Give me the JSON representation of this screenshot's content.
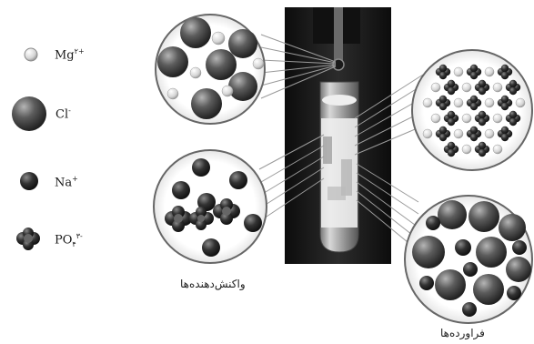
{
  "legend": {
    "mg": {
      "symbol": "Mg",
      "charge": "۲+"
    },
    "cl": {
      "symbol": "Cl",
      "charge": "-"
    },
    "na": {
      "symbol": "Na",
      "charge": "+"
    },
    "po": {
      "symbol": "PO",
      "subscript": "۴",
      "charge": "۳-"
    }
  },
  "captions": {
    "reactants": "واکنش‌دهنده‌ها",
    "products": "فراورده‌ها"
  },
  "colors": {
    "large_sphere": "#4a4a4a",
    "small_sphere": "#2f2f2f",
    "mg_ion": "#d0d0d0",
    "tube_bg": "#1f1f1f",
    "bubble_edge": "#555555"
  }
}
